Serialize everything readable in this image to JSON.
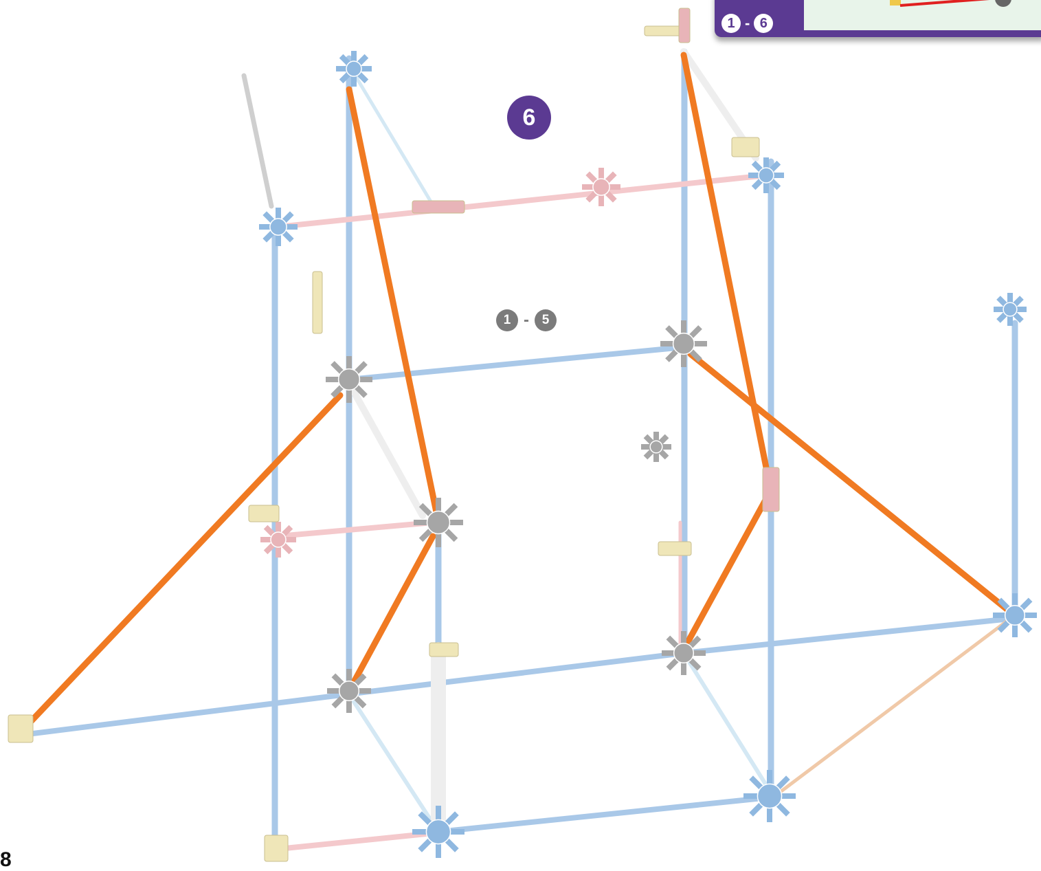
{
  "inset": {
    "label_start": "1",
    "label_sep": "-",
    "label_end": "6",
    "panel_color": "#5b3a92",
    "panel_bg": "#e8f4ea"
  },
  "step_badge": {
    "number": "6",
    "color": "#5b3a92"
  },
  "range_label": {
    "start": "1",
    "sep": "-",
    "end": "5",
    "color": "#7b7b7b"
  },
  "page_corner_text": "8",
  "colors": {
    "blue_rod": "#a9c8e8",
    "orange_rod": "#f07a22",
    "pink_rod": "#f4c9cc",
    "tan_rod": "#f0c9a8",
    "light_blue_rod": "#d4e8f4",
    "white_rod": "#eeeeee",
    "gray_connector": "#a6a6a6",
    "blue_connector": "#8fb8e0",
    "pink_connector": "#e8b4b8",
    "yellow_clip": "#efe6b8"
  }
}
